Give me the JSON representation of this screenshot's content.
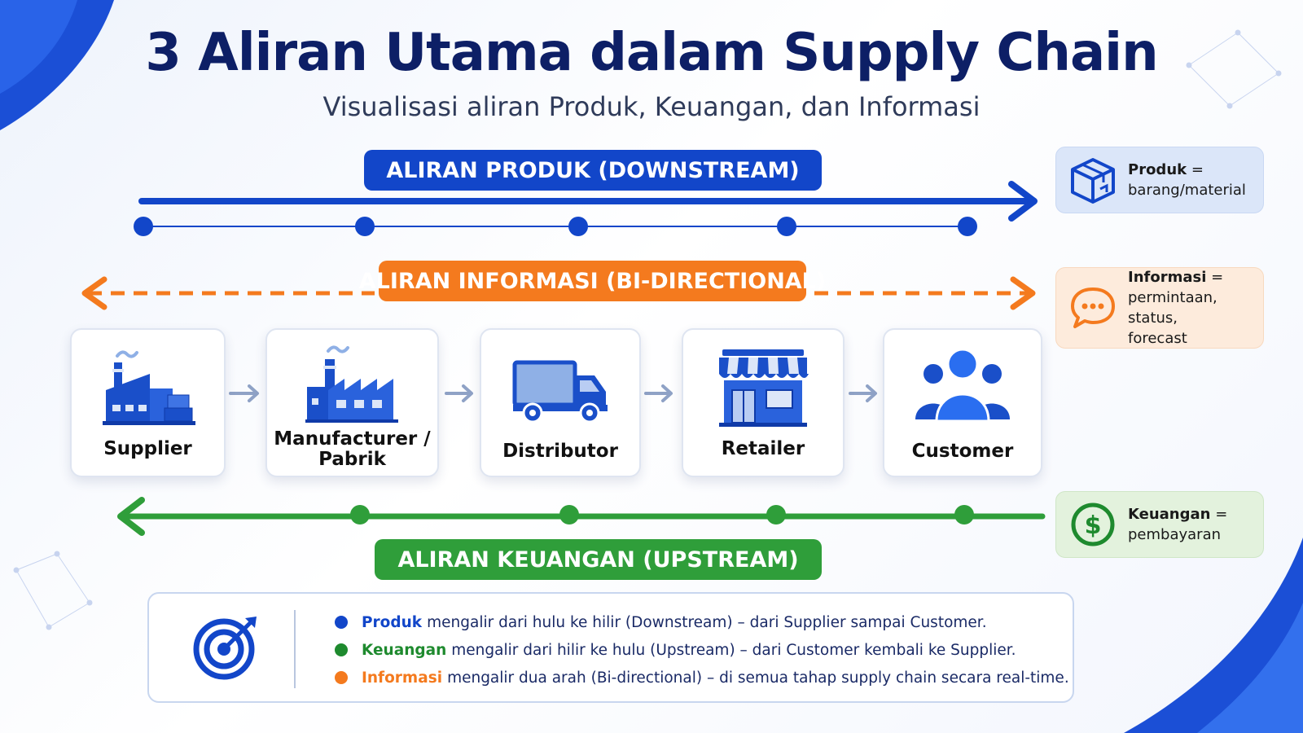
{
  "header": {
    "title": "3 Aliran Utama dalam Supply Chain",
    "subtitle": "Visualisasi aliran Produk, Keuangan, dan Informasi"
  },
  "flows": {
    "produk": {
      "label": "ALIRAN PRODUK (DOWNSTREAM)",
      "color": "#1246c9"
    },
    "informasi": {
      "label": "ALIRAN INFORMASI (BI-DIRECTIONAL)",
      "color": "#f47a1e"
    },
    "keuangan": {
      "label": "ALIRAN KEUANGAN (UPSTREAM)",
      "color": "#2f9e3a"
    }
  },
  "nodes": [
    {
      "label": "Supplier",
      "icon": "factory-warehouse-icon"
    },
    {
      "label_line1": "Manufacturer /",
      "label_line2": "Pabrik",
      "icon": "factory-icon"
    },
    {
      "label": "Distributor",
      "icon": "truck-icon"
    },
    {
      "label": "Retailer",
      "icon": "store-icon"
    },
    {
      "label": "Customer",
      "icon": "people-icon"
    }
  ],
  "legend": {
    "produk": {
      "term": "Produk",
      "eq": " =",
      "desc": "barang/material",
      "icon": "box-icon"
    },
    "informasi": {
      "term": "Informasi",
      "eq": " =",
      "desc1": "permintaan, status,",
      "desc2": "forecast",
      "icon": "chat-bubble-icon"
    },
    "keuangan": {
      "term": "Keuangan",
      "eq": " =",
      "desc": "pembayaran",
      "icon": "dollar-icon"
    }
  },
  "summary": {
    "icon": "target-icon",
    "items": [
      {
        "keyword": "Produk",
        "text": "mengalir dari hulu ke hilir (Downstream) – dari Supplier sampai Customer.",
        "color": "#1246c9"
      },
      {
        "keyword": "Keuangan",
        "text": "mengalir dari hilir ke hulu (Upstream) – dari Customer kembali ke Supplier.",
        "color": "#1e8a2e"
      },
      {
        "keyword": "Informasi",
        "text": "mengalir dua arah (Bi-directional) – di semua tahap supply chain secara real-time.",
        "color": "#f47a1e"
      }
    ]
  }
}
